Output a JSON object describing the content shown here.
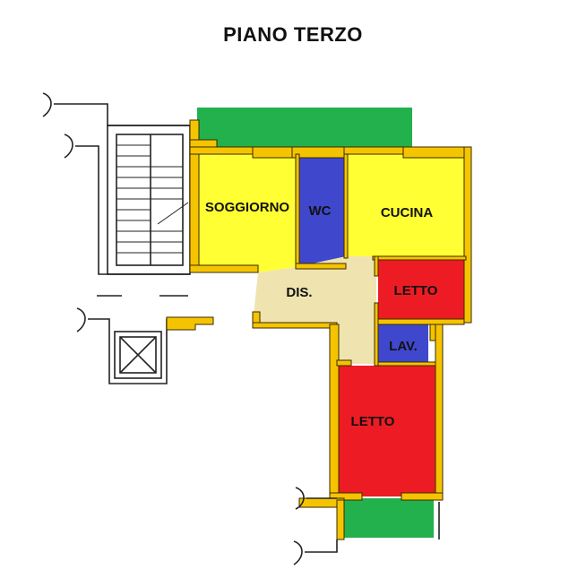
{
  "title": "PIANO TERZO",
  "colors": {
    "living": "#ffff33",
    "bath": "#3f48cc",
    "hall": "#efe4b0",
    "bedroom": "#ed1c24",
    "balcony": "#22b14c",
    "wall": "#f5c400"
  },
  "rooms": {
    "soggiorno": "SOGGIORNO",
    "wc": "WC",
    "cucina": "CUCINA",
    "dis": "DIS.",
    "letto1": "LETTO",
    "lav": "LAV.",
    "letto2": "LETTO"
  }
}
